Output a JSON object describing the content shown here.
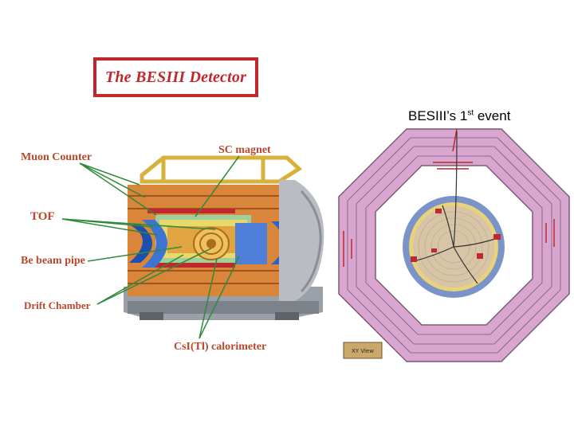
{
  "title": "The BESIII Detector",
  "event_caption": {
    "prefix": "BESIII’s 1",
    "sup": "st",
    "suffix": " event"
  },
  "labels": {
    "muon_counter": "Muon Counter",
    "sc_magnet": "SC magnet",
    "tof": "TOF",
    "be_beam_pipe": "Be beam pipe",
    "drift_chamber": "Drift Chamber",
    "csi_calorimeter": "CsI(Tl) calorimeter"
  },
  "event_view_button": "XY View",
  "colors": {
    "title_red": "#c0282d",
    "label_red": "#b8472b",
    "leader_green": "#2f8a3a",
    "octagon_pink": "#d8a6cf",
    "barrel_blue": "#7a93c8"
  }
}
